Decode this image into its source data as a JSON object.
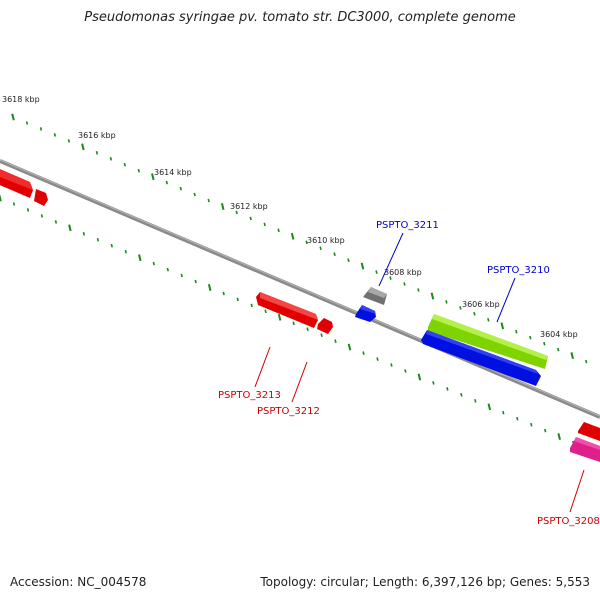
{
  "title": "Pseudomonas syringae pv. tomato str. DC3000, complete genome",
  "footer": {
    "accession": "Accession: NC_004578",
    "topology": "Topology: circular; Length: 6,397,126 bp; Genes: 5,553"
  },
  "colors": {
    "backbone": "#808080",
    "tick": "#1a8a1a",
    "forward_label": "#0000cc",
    "reverse_label": "#cc0000"
  },
  "ticks": [
    {
      "label": "3618 kbp"
    },
    {
      "label": "3616 kbp"
    },
    {
      "label": "3614 kbp"
    },
    {
      "label": "3612 kbp"
    },
    {
      "label": "3610 kbp"
    },
    {
      "label": "3608 kbp"
    },
    {
      "label": "3606 kbp"
    },
    {
      "label": "3604 kbp"
    }
  ],
  "genes": [
    {
      "name": "PSPTO_3211",
      "color": "#0000cc"
    },
    {
      "name": "PSPTO_3210",
      "color": "#0000cc"
    },
    {
      "name": "PSPTO_3213",
      "color": "#cc0000"
    },
    {
      "name": "PSPTO_3212",
      "color": "#cc0000"
    },
    {
      "name": "PSPTO_3208",
      "color": "#cc0000"
    }
  ]
}
